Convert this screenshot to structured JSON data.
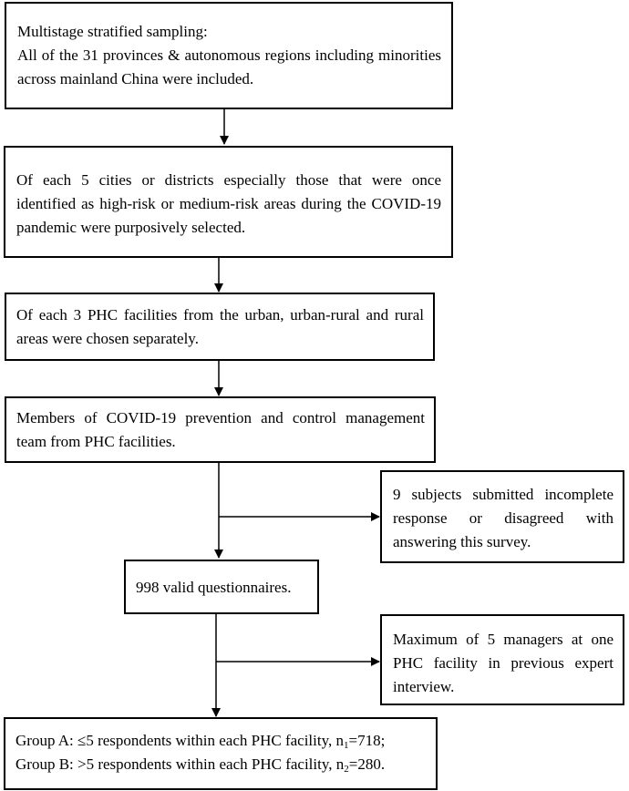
{
  "flowchart": {
    "sampling": {
      "heading": "Multistage stratified sampling:",
      "text": "All of the 31 provinces & autonomous regions including minorities across mainland China were included."
    },
    "cities": {
      "text": "Of each 5 cities or districts especially those that were once identified as high-risk or medium-risk areas during the COVID-19 pandemic were purposively selected."
    },
    "facilities": {
      "text": "Of each 3 PHC facilities from the urban, urban-rural and rural areas were chosen separately."
    },
    "members": {
      "text": "Members of COVID-19 prevention and control management team from PHC facilities."
    },
    "exclusion_incomplete": {
      "text": "9 subjects submitted incomplete response or disagreed with answering this survey."
    },
    "valid": {
      "text": "998 valid questionnaires."
    },
    "exclusion_managers": {
      "text": "Maximum of 5 managers at one PHC facility in previous expert interview."
    },
    "groups": {
      "group_a_prefix": "Group A: ≤5 respondents within each PHC facility, n",
      "group_a_sub": "1",
      "group_a_value": "=718;",
      "group_b_prefix": "Group B: >5 respondents within each PHC facility, n",
      "group_b_sub": "2",
      "group_b_value": "=280."
    }
  }
}
